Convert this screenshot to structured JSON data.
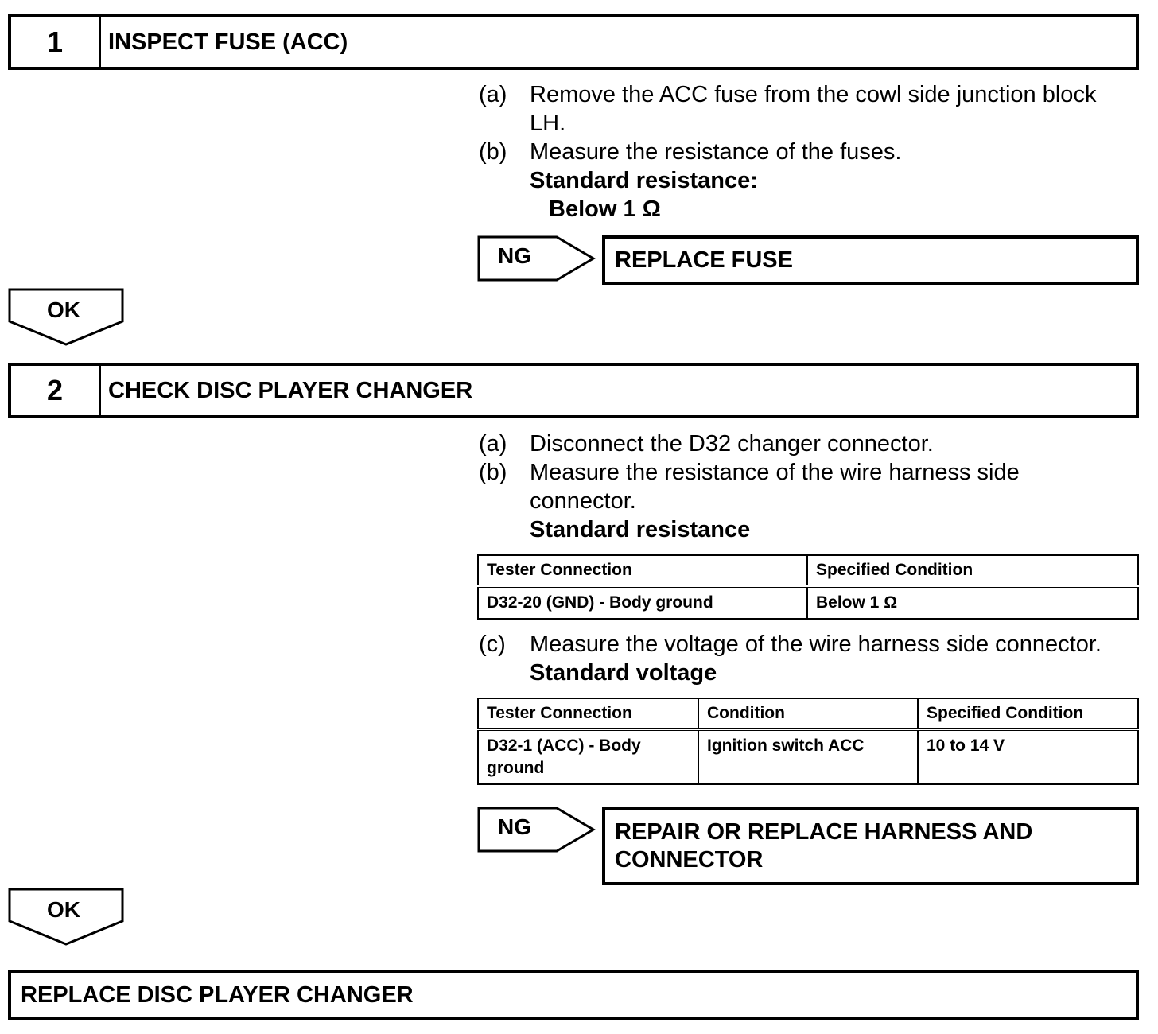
{
  "step1": {
    "number": "1",
    "title": "INSPECT FUSE (ACC)",
    "instructions": [
      {
        "label": "(a)",
        "line1": "Remove the ACC fuse from the cowl side junction block",
        "line2": "LH."
      },
      {
        "label": "(b)",
        "line1": "Measure the resistance of the fuses."
      }
    ],
    "standard_label": "Standard resistance:",
    "standard_value": "Below 1 Ω",
    "ng_label": "NG",
    "ng_action": "REPLACE FUSE",
    "ok_label": "OK"
  },
  "step2": {
    "number": "2",
    "title": "CHECK DISC PLAYER CHANGER",
    "instructions": [
      {
        "label": "(a)",
        "line1": "Disconnect the D32 changer connector."
      },
      {
        "label": "(b)",
        "line1": "Measure the resistance of the wire harness side",
        "line2": "connector."
      },
      {
        "label": "(c)",
        "line1": "Measure the voltage of the wire harness side connector."
      }
    ],
    "resistance_label": "Standard resistance",
    "resistance_table": {
      "headers": [
        "Tester Connection",
        "Specified Condition"
      ],
      "rows": [
        [
          "D32-20 (GND) - Body ground",
          "Below 1 Ω"
        ]
      ]
    },
    "voltage_label": "Standard voltage",
    "voltage_table": {
      "headers": [
        "Tester Connection",
        "Condition",
        "Specified Condition"
      ],
      "rows": [
        [
          "D32-1 (ACC) - Body ground",
          "Ignition switch ACC",
          "10 to 14 V"
        ]
      ]
    },
    "ng_label": "NG",
    "ng_action": "REPAIR OR REPLACE HARNESS AND CONNECTOR",
    "ok_label": "OK"
  },
  "final_action": "REPLACE DISC PLAYER CHANGER"
}
